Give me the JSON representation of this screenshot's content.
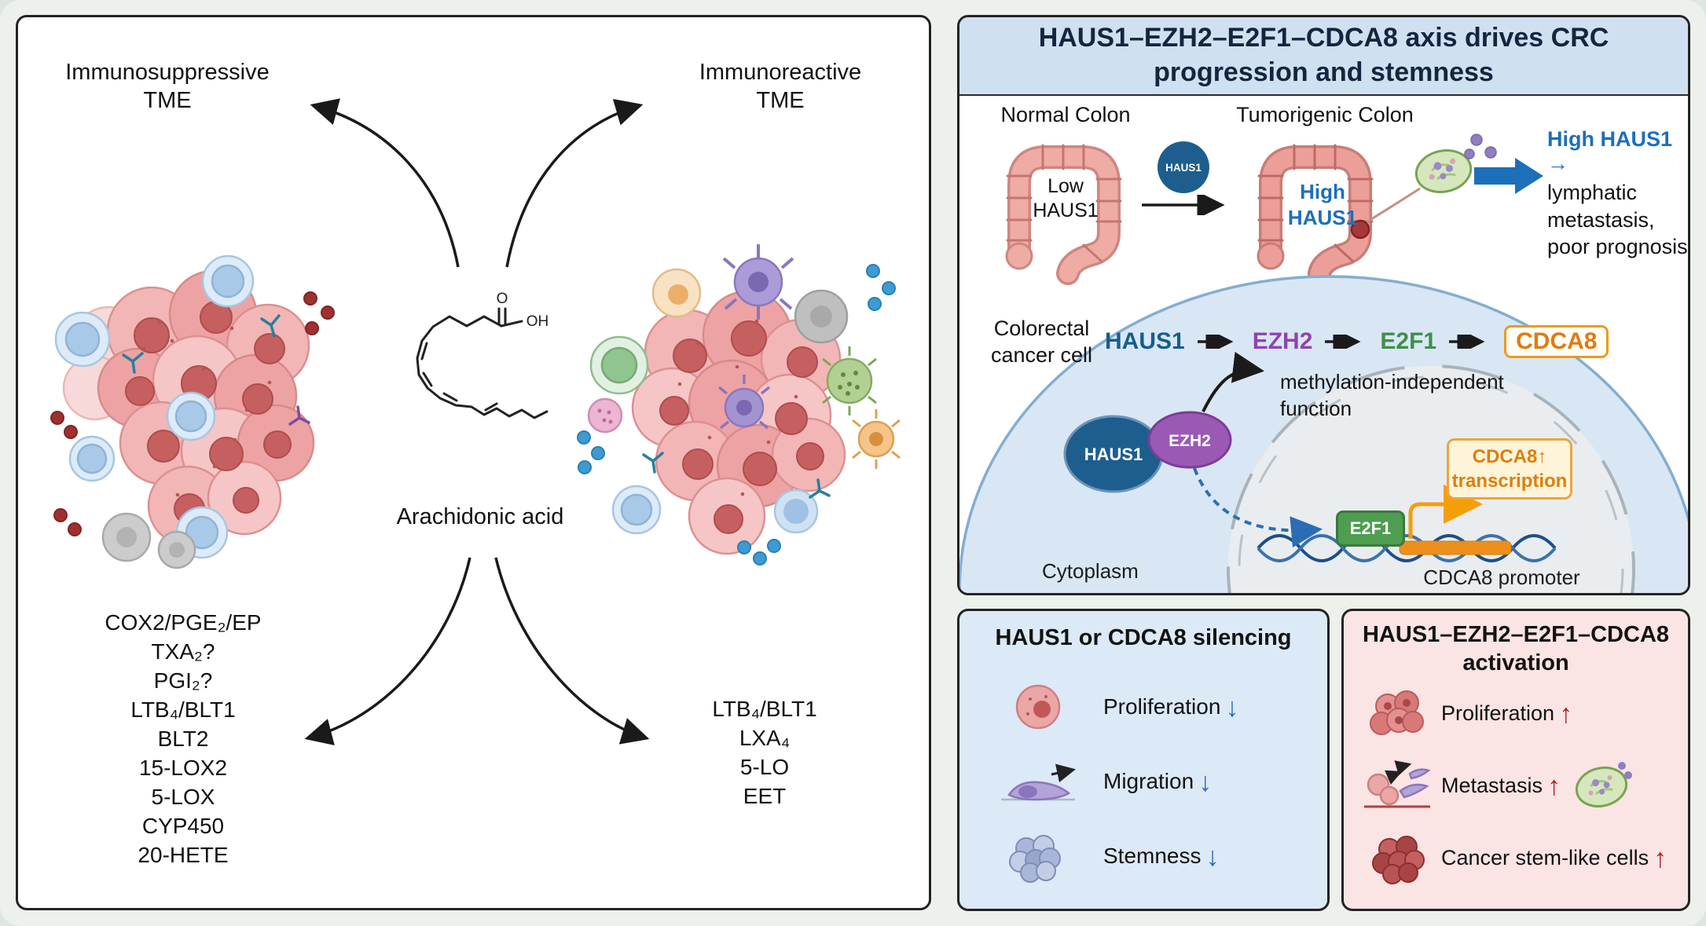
{
  "left_panel": {
    "immunosuppressive_tme": "Immunosuppressive\nTME",
    "immunoreactive_tme": "Immunoreactive\nTME",
    "molecule_label": "Arachidonic acid",
    "molecule": {
      "o": "O",
      "oh": "OH"
    },
    "mediators_left": [
      "COX2/PGE₂/EP",
      "TXA₂?",
      "PGI₂?",
      "LTB₄/BLT1",
      "BLT2",
      "15-LOX2",
      "5-LOX",
      "CYP450",
      "20-HETE"
    ],
    "mediators_right": [
      "LTB₄/BLT1",
      "LXA₄",
      "5-LO",
      "EET"
    ]
  },
  "right_panel": {
    "title": "HAUS1–EZH2–E2F1–CDCA8 axis drives CRC\nprogression and stemness",
    "top_row": {
      "normal_colon_label": "Normal Colon",
      "low_haus1_label": "Low\nHAUS1",
      "haus1_badge": "HAUS1",
      "tumorigenic_colon_label": "Tumorigenic Colon",
      "high_haus1_label": "High\nHAUS1",
      "outcome_lead": "High HAUS1 →",
      "outcome_text": "lymphatic\nmetastasis,\npoor prognosis"
    },
    "cell": {
      "cell_label": "Colorectal\ncancer cell",
      "pathway": [
        "HAUS1",
        "EZH2",
        "E2F1",
        "CDCA8"
      ],
      "methylation_note": "methylation-independent\nfunction",
      "haus1_protein": "HAUS1",
      "ezh2_protein": "EZH2",
      "e2f1_protein": "E2F1",
      "cdca8_transcription": "CDCA8↑\ntranscription",
      "cdca8_promoter_label": "CDCA8 promoter",
      "cytoplasm_label": "Cytoplasm"
    },
    "silencing_box": {
      "title": "HAUS1 or CDCA8 silencing",
      "rows": [
        {
          "label": "Proliferation",
          "direction": "↓"
        },
        {
          "label": "Migration",
          "direction": "↓"
        },
        {
          "label": "Stemness",
          "direction": "↓"
        }
      ]
    },
    "activation_box": {
      "title": "HAUS1–EZH2–E2F1–CDCA8\nactivation",
      "rows": [
        {
          "label": "Proliferation",
          "direction": "↑"
        },
        {
          "label": "Metastasis",
          "direction": "↑"
        },
        {
          "label": "Cancer stem-like cells",
          "direction": "↑"
        }
      ]
    }
  },
  "colors": {
    "haus1": "#155e8a",
    "ezh2": "#8e44ad",
    "e2f1": "#3f8f4a",
    "cdca8": "#e07b10",
    "high_haus1_blue": "#1d6fba",
    "decrease_arrow": "#2a6db5",
    "increase_arrow": "#b22222"
  }
}
